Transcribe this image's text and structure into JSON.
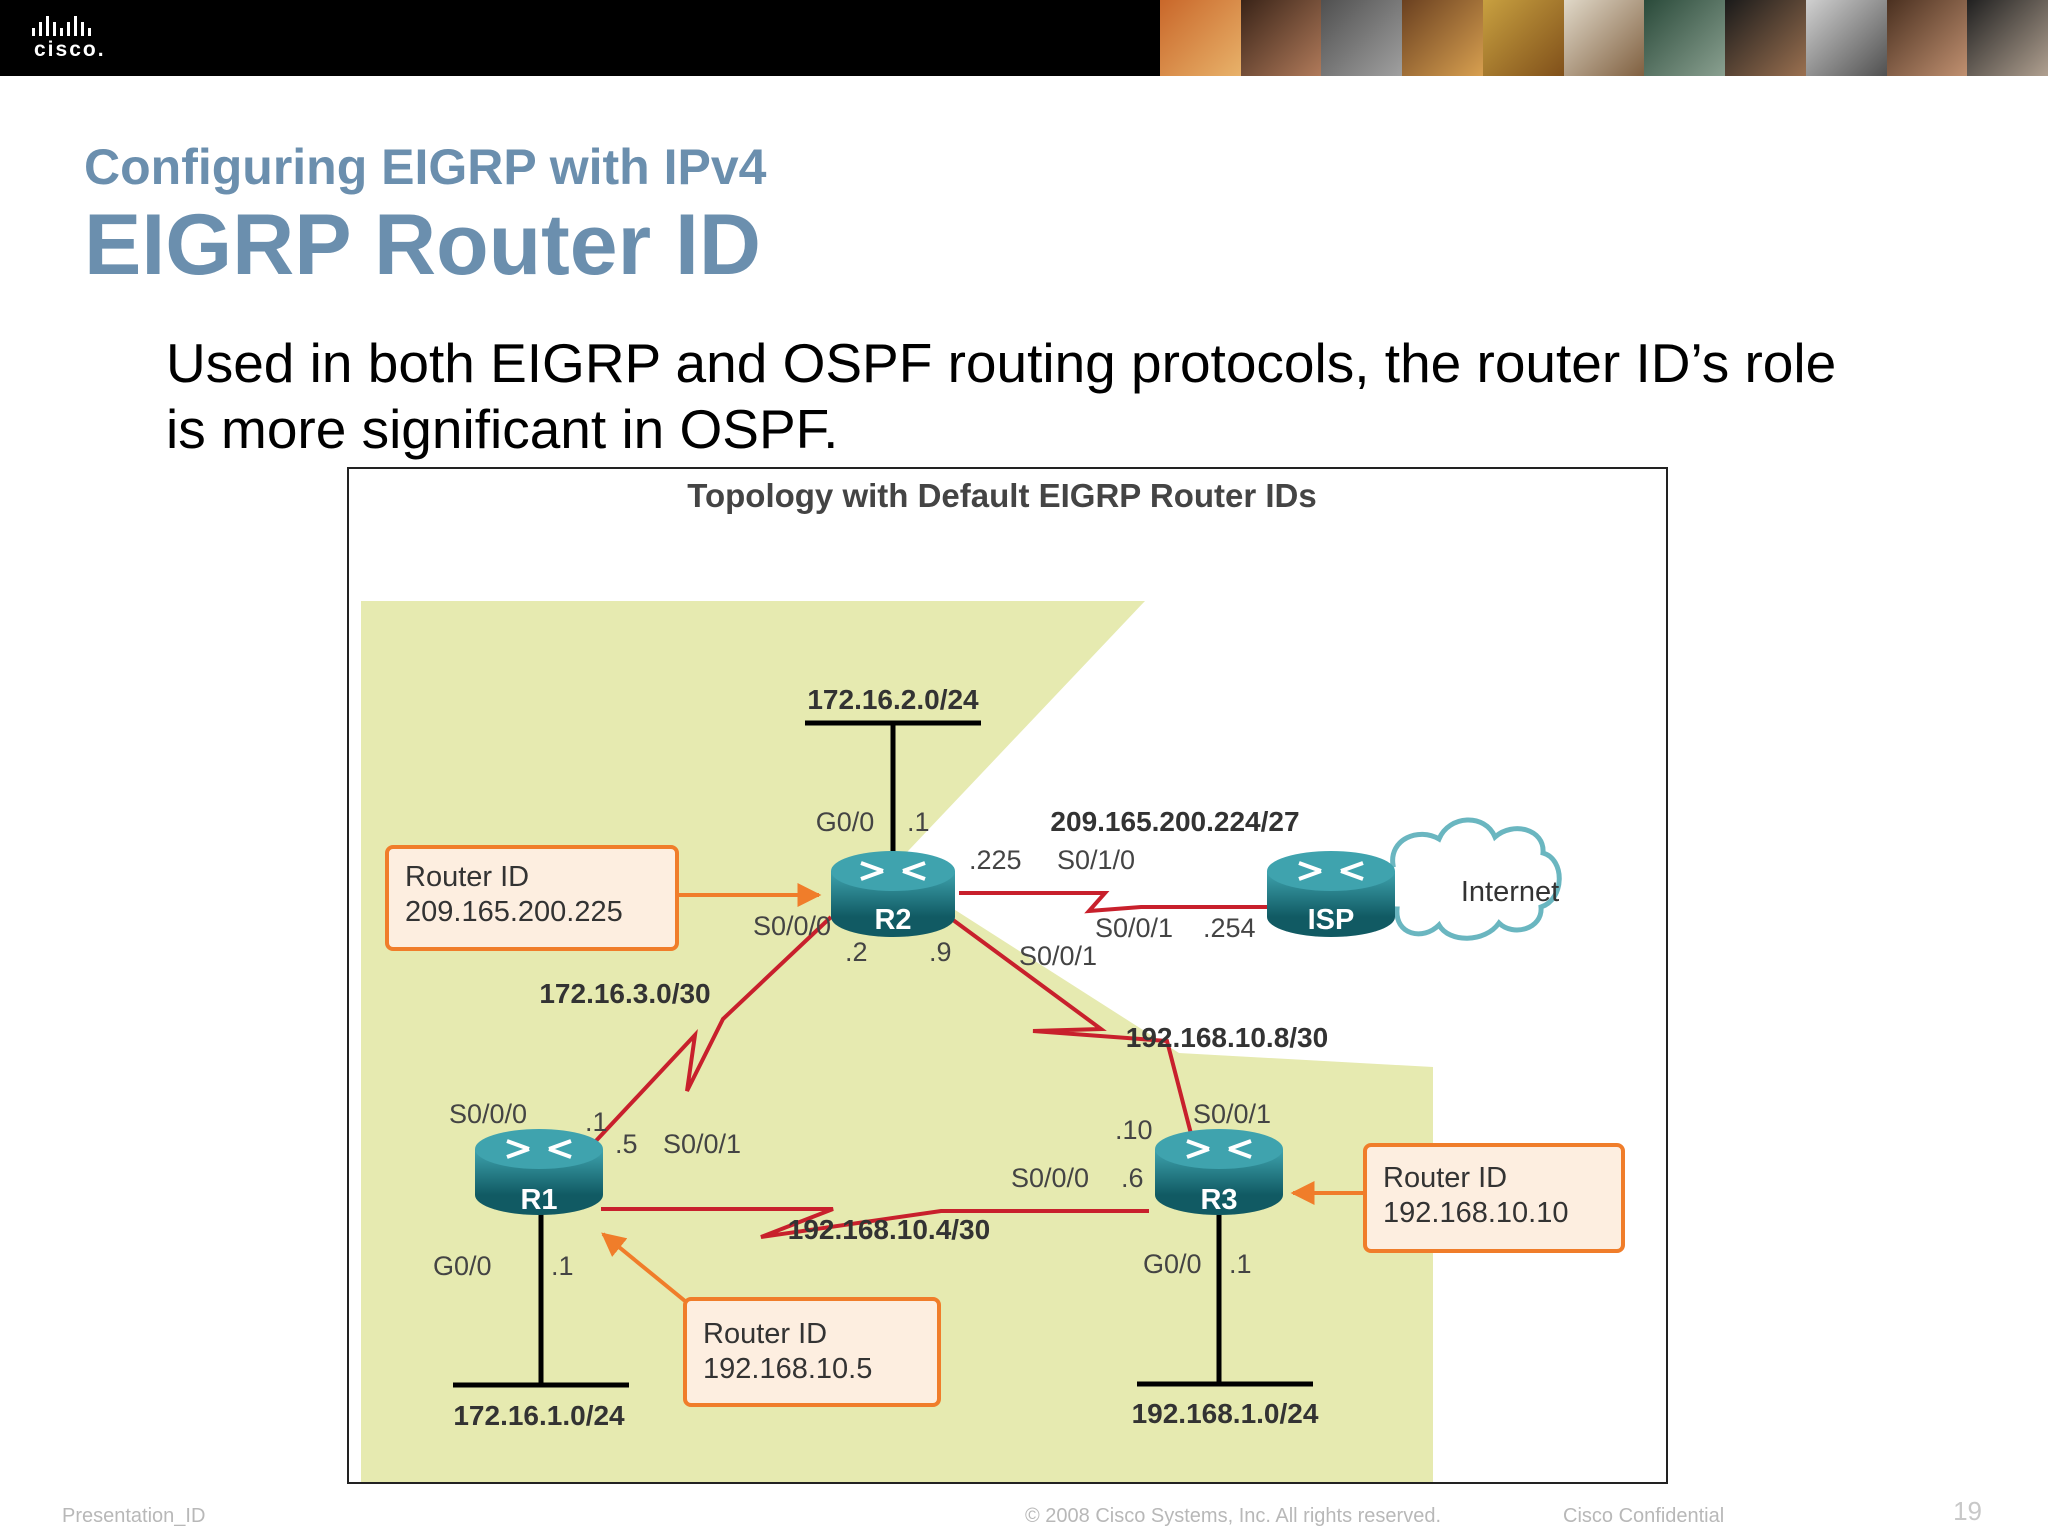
{
  "brand": {
    "logo_text": "cisco."
  },
  "slide": {
    "subtitle": "Configuring EIGRP with IPv4",
    "title": "EIGRP Router ID",
    "body": "Used in both EIGRP and OSPF routing protocols, the router ID’s role is more significant in OSPF."
  },
  "figure": {
    "title": "Topology with Default EIGRP Router IDs",
    "routers": {
      "r1": "R1",
      "r2": "R2",
      "r3": "R3",
      "isp": "ISP"
    },
    "cloud_label": "Internet",
    "networks": {
      "r2_lan": "172.16.2.0/24",
      "isp_link": "209.165.200.224/27",
      "r1_r2": "172.16.3.0/30",
      "r2_r3": "192.168.10.8/30",
      "r1_r3": "192.168.10.4/30",
      "r1_lan": "172.16.1.0/24",
      "r3_lan": "192.168.1.0/24"
    },
    "interfaces": {
      "r2_g00": "G0/0",
      "r2_g00_ip": ".1",
      "r2_s010_ip": ".225",
      "r2_s010": "S0/1/0",
      "isp_s001": "S0/0/1",
      "isp_s001_ip": ".254",
      "r2_s000": "S0/0/0",
      "r2_s000_ip": ".2",
      "r2_s001_ip": ".9",
      "r2_s001": "S0/0/1",
      "r1_s000": "S0/0/0",
      "r1_s000_ip": ".1",
      "r1_s001_ip": ".5",
      "r1_s001": "S0/0/1",
      "r1_g00": "G0/0",
      "r1_g00_ip": ".1",
      "r3_s001_ip": ".10",
      "r3_s001": "S0/0/1",
      "r3_s000": "S0/0/0",
      "r3_s000_ip": ".6",
      "r3_g00": "G0/0",
      "r3_g00_ip": ".1"
    },
    "callouts": {
      "r2": {
        "label": "Router ID",
        "value": "209.165.200.225"
      },
      "r1": {
        "label": "Router ID",
        "value": "192.168.10.5"
      },
      "r3": {
        "label": "Router ID",
        "value": "192.168.10.10"
      }
    },
    "colors": {
      "area_fill": "#e6eab0",
      "serial_link": "#c8202c",
      "ethernet_link": "#000000",
      "callout_border": "#f07d2a",
      "callout_fill": "#fdeee0",
      "router_fill": "#1b7a86",
      "cloud_stroke": "#6ab6c0"
    }
  },
  "footer": {
    "presentation_id": "Presentation_ID",
    "copyright": "© 2008 Cisco Systems, Inc. All rights reserved.",
    "confidential": "Cisco Confidential",
    "page_number": "19"
  }
}
